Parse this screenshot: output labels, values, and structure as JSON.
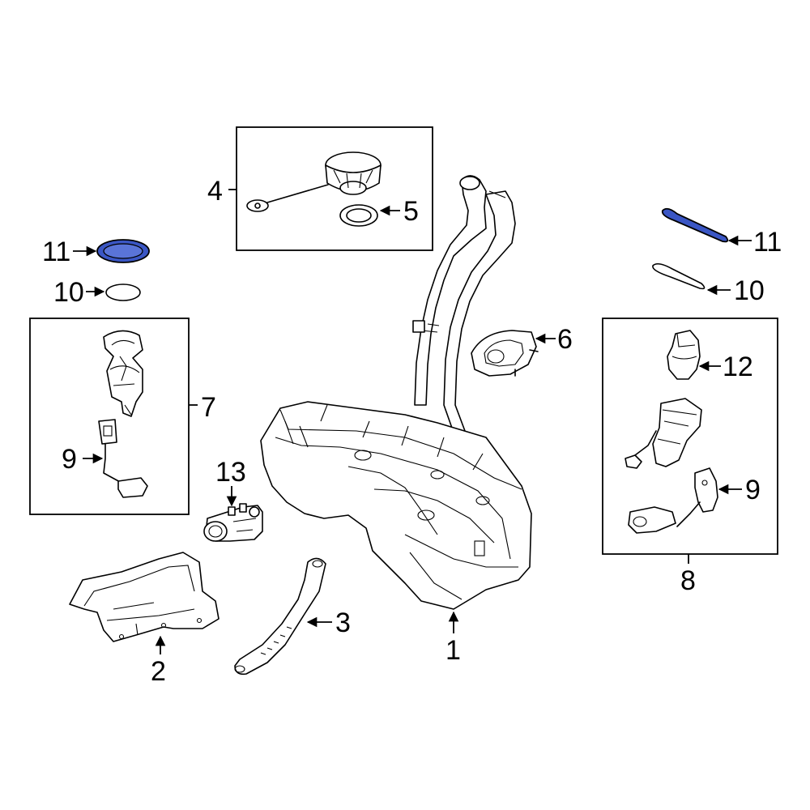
{
  "callouts": {
    "c1": "1",
    "c2": "2",
    "c3": "3",
    "c4": "4",
    "c5": "5",
    "c6": "6",
    "c7": "7",
    "c8": "8",
    "c9_left": "9",
    "c9_right": "9",
    "c10_left": "10",
    "c10_right": "10",
    "c11_left": "11",
    "c11_right": "11",
    "c12": "12",
    "c13": "13"
  },
  "colors": {
    "highlight": "#3a56c4",
    "line": "#000000",
    "background": "#ffffff"
  },
  "highlighted_parts": [
    "11"
  ]
}
